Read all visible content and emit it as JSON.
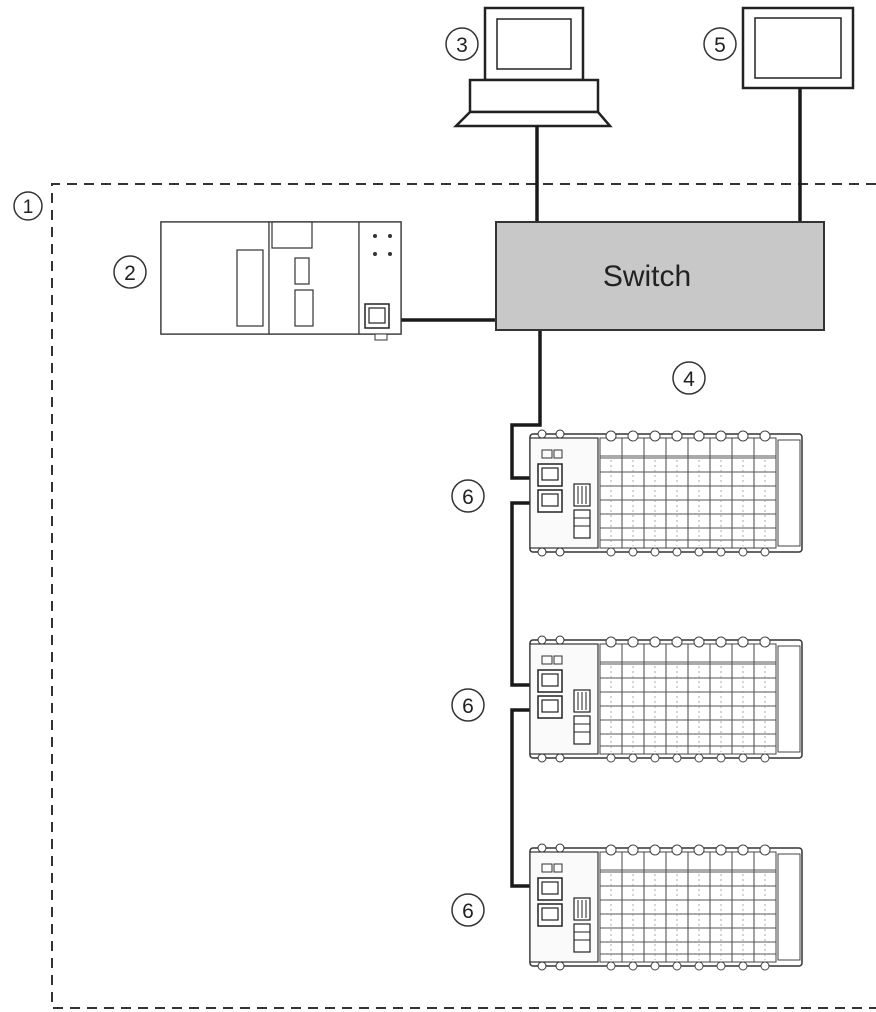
{
  "switch": {
    "label": "Switch"
  },
  "callouts": {
    "network": "1",
    "controller": "2",
    "workstation": "3",
    "remote_io_network": "4",
    "panel": "5",
    "io_station": "6"
  },
  "colors": {
    "line": "#1a1a1a",
    "switch_fill": "#c8c8c8",
    "device_stroke": "#333333",
    "dashed_border": "#333333",
    "background": "#ffffff"
  },
  "icons": {
    "workstation": "desktop-computer-icon",
    "panel": "display-panel-icon",
    "controller": "plc-controller-icon",
    "io_station": "io-module-station-icon"
  }
}
